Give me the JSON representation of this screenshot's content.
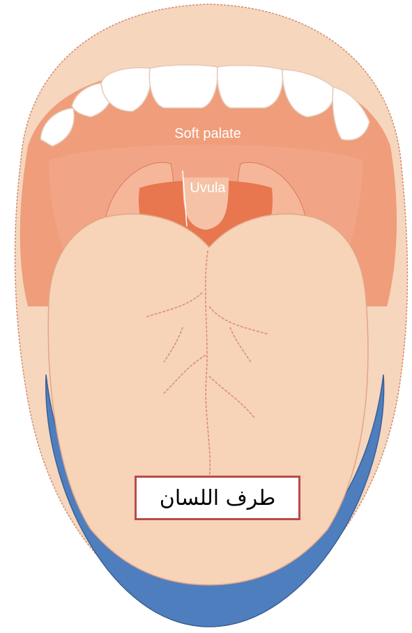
{
  "labels": {
    "soft_palate": "Soft palate",
    "uvula": "Uvula",
    "callout": "طرف اللسان"
  },
  "colors": {
    "lip": "#f6d6bd",
    "mouth_inner": "#ef9d7a",
    "throat": "#e8764e",
    "tongue": "#f7d3b8",
    "tooth": "#ffffff",
    "highlight_arc": "#4f7ebf",
    "callout_border": "#b94a4a"
  }
}
